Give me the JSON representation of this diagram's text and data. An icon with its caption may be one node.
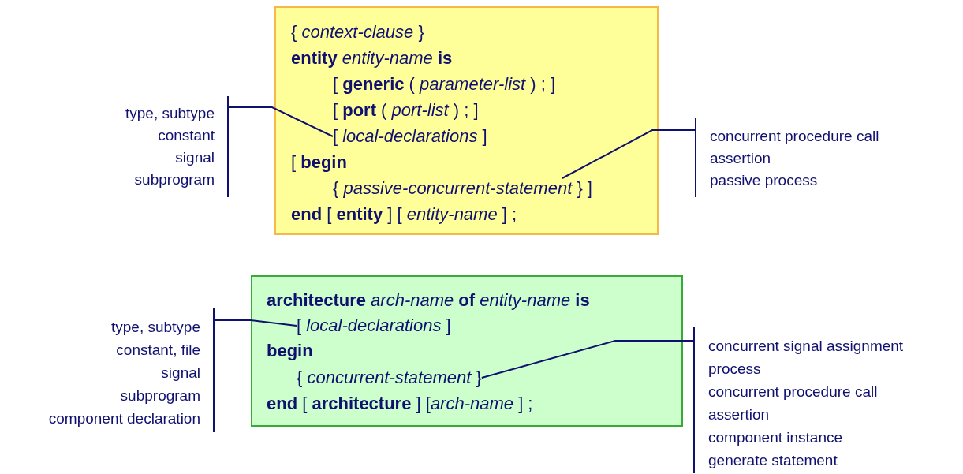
{
  "diagram": {
    "nodes": [
      {
        "text": [],
        "shape": "box"
      },
      {
        "text": [
          "{ *context-clause* }"
        ],
        "in": 0
      },
      {
        "text": [
          "**entity** *entity-name* **is**"
        ],
        "in": 0
      },
      {
        "text": [
          "[ **generic** ( *parameter-list* ) ; ]"
        ],
        "in": 0
      },
      {
        "text": [
          "[ **port** ( *port-list* ) ; ]"
        ],
        "in": 0
      },
      {
        "text": [
          "[ *local-declarations* ]"
        ],
        "in": 0
      },
      {
        "text": [
          "[ **begin**"
        ],
        "in": 0
      },
      {
        "text": [
          "{ *passive-concurrent-statement* } ]"
        ],
        "in": 0
      },
      {
        "text": [
          "**end** [ **entity** ] [ *entity-name* ] ;"
        ],
        "in": 0
      },
      {
        "text": [
          "type, subtype",
          "constant",
          "signal",
          "subprogram"
        ]
      },
      {
        "text": [
          "concurrent procedure call",
          "assertion",
          "passive process"
        ]
      },
      {
        "text": [],
        "shape": "box"
      },
      {
        "text": [
          "**architecture** *arch-name* **of** *entity-name* **is**"
        ],
        "in": 11
      },
      {
        "text": [
          "[ *local-declarations* ]"
        ],
        "in": 11
      },
      {
        "text": [
          "**begin**"
        ],
        "in": 11
      },
      {
        "text": [
          "{ *concurrent-statement* }"
        ],
        "in": 11
      },
      {
        "text": [
          "**end** [ **architecture** ] [*arch-name* ] ;"
        ],
        "in": 11
      },
      {
        "text": [
          "type, subtype",
          "constant, file",
          "signal",
          "subprogram",
          "component declaration"
        ]
      },
      {
        "text": [
          "concurrent signal assignment",
          "process",
          "concurrent procedure call",
          "assertion",
          "component instance",
          "generate statement"
        ]
      }
    ],
    "edges": [
      {
        "from": 9,
        "to": 5,
        "arrow": "none"
      },
      {
        "from": 10,
        "to": 7,
        "arrow": "none"
      },
      {
        "from": 17,
        "to": 13,
        "arrow": "none"
      },
      {
        "from": 18,
        "to": 15,
        "arrow": "none"
      }
    ]
  }
}
